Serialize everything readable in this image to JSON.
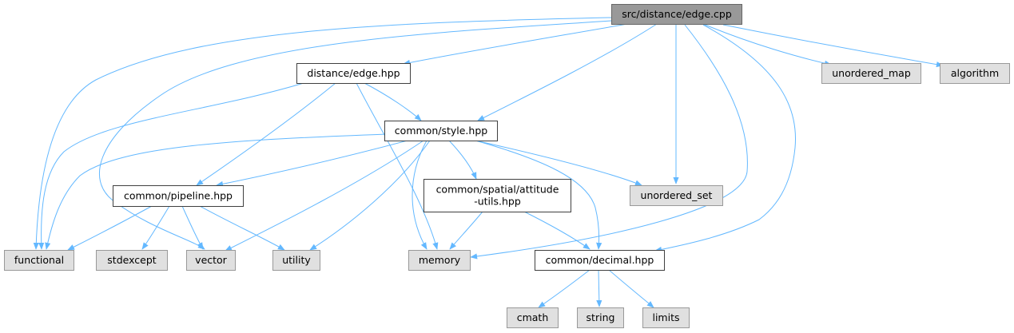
{
  "colors": {
    "root_fill": "#999999",
    "root_stroke": "#666666",
    "file_fill": "#ffffff",
    "file_stroke": "#404040",
    "system_fill": "#e0e0e0",
    "system_stroke": "#999999",
    "edge": "#63b8ff"
  },
  "nodes": {
    "root": {
      "lines": [
        "src/distance/edge.cpp"
      ],
      "kind": "root"
    },
    "edge_hpp": {
      "lines": [
        "distance/edge.hpp"
      ],
      "kind": "file"
    },
    "style": {
      "lines": [
        "common/style.hpp"
      ],
      "kind": "file"
    },
    "pipeline": {
      "lines": [
        "common/pipeline.hpp"
      ],
      "kind": "file"
    },
    "attitude": {
      "lines": [
        "common/spatial/attitude",
        "-utils.hpp"
      ],
      "kind": "file"
    },
    "decimal": {
      "lines": [
        "common/decimal.hpp"
      ],
      "kind": "file"
    },
    "unordered_map": {
      "lines": [
        "unordered_map"
      ],
      "kind": "system"
    },
    "algorithm": {
      "lines": [
        "algorithm"
      ],
      "kind": "system"
    },
    "unordered_set": {
      "lines": [
        "unordered_set"
      ],
      "kind": "system"
    },
    "functional": {
      "lines": [
        "functional"
      ],
      "kind": "system"
    },
    "stdexcept": {
      "lines": [
        "stdexcept"
      ],
      "kind": "system"
    },
    "vector": {
      "lines": [
        "vector"
      ],
      "kind": "system"
    },
    "utility": {
      "lines": [
        "utility"
      ],
      "kind": "system"
    },
    "memory": {
      "lines": [
        "memory"
      ],
      "kind": "system"
    },
    "cmath": {
      "lines": [
        "cmath"
      ],
      "kind": "system"
    },
    "string": {
      "lines": [
        "string"
      ],
      "kind": "system"
    },
    "limits": {
      "lines": [
        "limits"
      ],
      "kind": "system"
    }
  },
  "edges": [
    [
      "root",
      "edge_hpp"
    ],
    [
      "root",
      "style"
    ],
    [
      "root",
      "functional"
    ],
    [
      "root",
      "vector"
    ],
    [
      "root",
      "unordered_map"
    ],
    [
      "root",
      "algorithm"
    ],
    [
      "root",
      "unordered_set"
    ],
    [
      "root",
      "memory"
    ],
    [
      "root",
      "decimal"
    ],
    [
      "edge_hpp",
      "style"
    ],
    [
      "edge_hpp",
      "pipeline"
    ],
    [
      "edge_hpp",
      "functional"
    ],
    [
      "edge_hpp",
      "memory"
    ],
    [
      "style",
      "pipeline"
    ],
    [
      "style",
      "attitude"
    ],
    [
      "style",
      "decimal"
    ],
    [
      "style",
      "functional"
    ],
    [
      "style",
      "vector"
    ],
    [
      "style",
      "utility"
    ],
    [
      "style",
      "memory"
    ],
    [
      "style",
      "unordered_set"
    ],
    [
      "pipeline",
      "functional"
    ],
    [
      "pipeline",
      "stdexcept"
    ],
    [
      "pipeline",
      "vector"
    ],
    [
      "pipeline",
      "utility"
    ],
    [
      "attitude",
      "memory"
    ],
    [
      "attitude",
      "decimal"
    ],
    [
      "decimal",
      "cmath"
    ],
    [
      "decimal",
      "string"
    ],
    [
      "decimal",
      "limits"
    ]
  ]
}
